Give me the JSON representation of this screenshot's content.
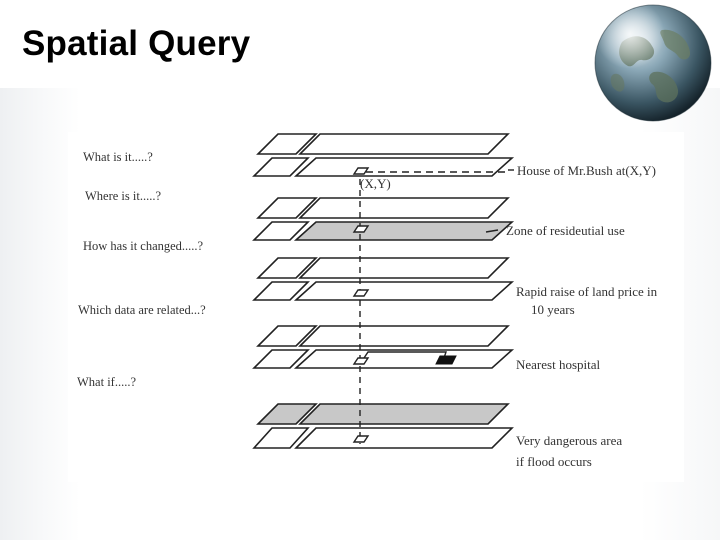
{
  "slide": {
    "title": "Spatial Query"
  },
  "globe": {
    "icon": "globe-icon"
  },
  "diagram": {
    "questions": [
      "What is it.....?",
      "Where is it.....?",
      "How has it changed.....?",
      "Which data are related...?",
      "What if.....?"
    ],
    "coordinate_label": "(X,Y)",
    "answers": [
      {
        "lines": [
          "House of Mr.Bush at(X,Y)"
        ]
      },
      {
        "lines": [
          "Zone of resideutial use"
        ]
      },
      {
        "lines": [
          "Rapid raise of land price in",
          "10 years"
        ]
      },
      {
        "lines": [
          "Nearest hospital"
        ]
      },
      {
        "lines": [
          "Very dangerous area",
          "if flood occurs"
        ]
      }
    ]
  }
}
